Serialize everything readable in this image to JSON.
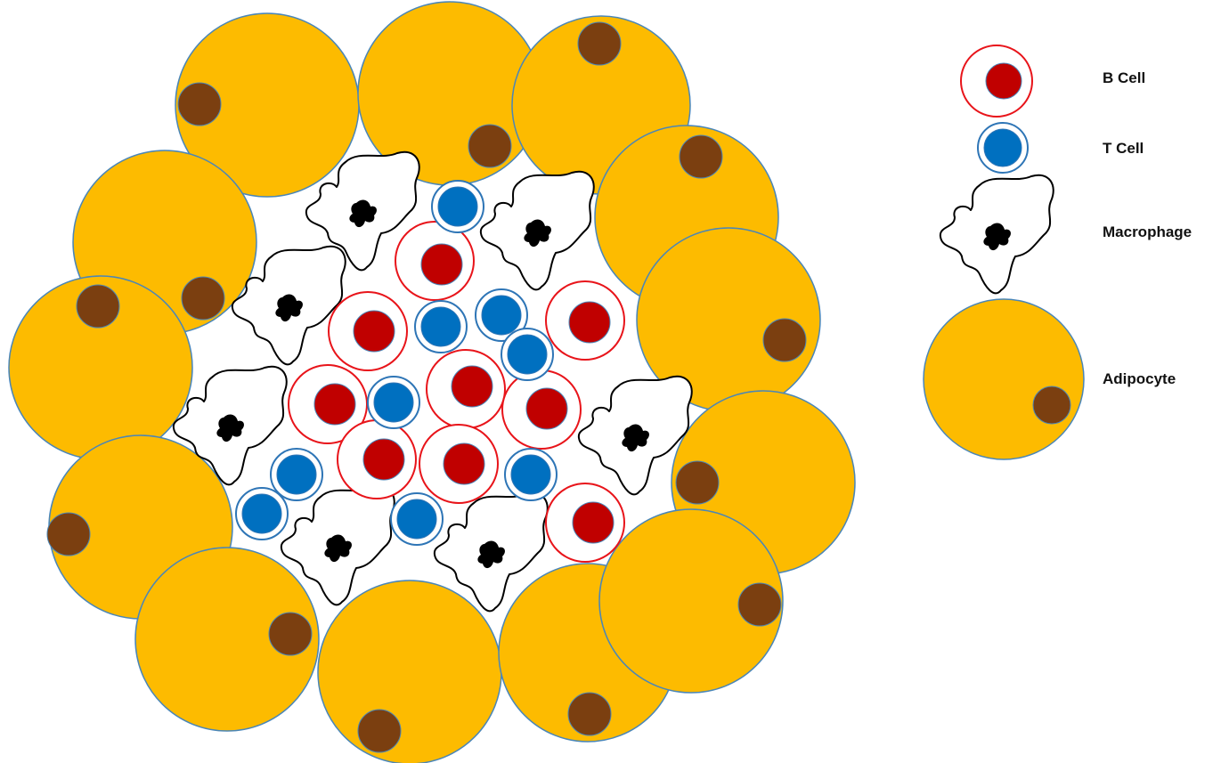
{
  "legend": {
    "b_cell": "B Cell",
    "t_cell": "T Cell",
    "macrophage": "Macrophage",
    "adipocyte": "Adipocyte"
  },
  "colors": {
    "adipocyte_fill": "#FDBB00",
    "adipocyte_stroke": "#4A86B8",
    "nucleus_fill": "#7B3F10",
    "b_cell_ring": "#E8141A",
    "b_cell_core": "#C00000",
    "t_cell_ring": "#2E75B6",
    "t_cell_core": "#0070C0",
    "macrophage_stroke": "#000000"
  },
  "icons": {
    "adipocyte": "adipocyte-icon",
    "b_cell": "b-cell-icon",
    "t_cell": "t-cell-icon",
    "macrophage": "macrophage-icon"
  }
}
